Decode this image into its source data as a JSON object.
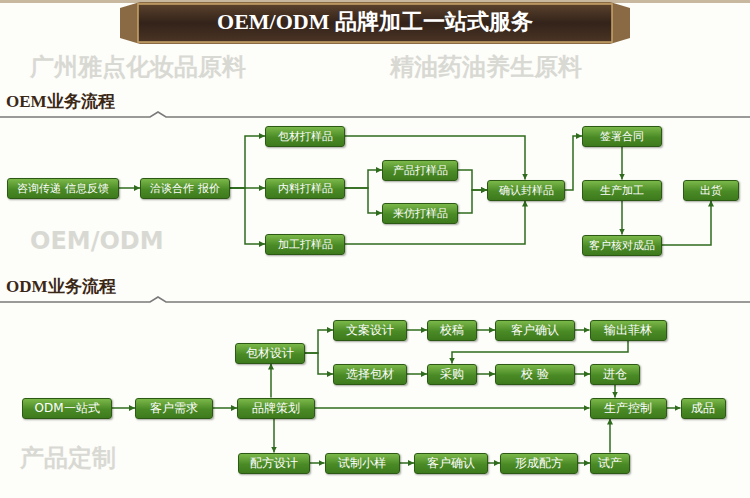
{
  "diagram": {
    "title": "OEM/ODM 品牌加工一站式服务",
    "nodes": [
      {
        "text": [
          "咨询传递 信息反馈"
        ]
      },
      {
        "text": [
          "洽谈合作 报价"
        ]
      },
      {
        "text": [
          "包材打样品"
        ]
      },
      {
        "text": [
          "内料打样品"
        ]
      },
      {
        "text": [
          "加工打样品"
        ]
      },
      {
        "text": [
          "产品打样品"
        ]
      },
      {
        "text": [
          "来仿打样品"
        ]
      },
      {
        "text": [
          "确认封样品"
        ]
      },
      {
        "text": [
          "签署合同"
        ]
      },
      {
        "text": [
          "生产加工"
        ]
      },
      {
        "text": [
          "客户核对成品"
        ]
      },
      {
        "text": [
          "出货"
        ]
      },
      {
        "text": [
          "ODM一站式"
        ]
      },
      {
        "text": [
          "客户需求"
        ]
      },
      {
        "text": [
          "品牌策划"
        ]
      },
      {
        "text": [
          "包材设计"
        ]
      },
      {
        "text": [
          "文案设计"
        ]
      },
      {
        "text": [
          "校稿"
        ]
      },
      {
        "text": [
          "客户确认"
        ]
      },
      {
        "text": [
          "输出菲林"
        ]
      },
      {
        "text": [
          "选择包材"
        ]
      },
      {
        "text": [
          "采购"
        ]
      },
      {
        "text": [
          "校 验"
        ]
      },
      {
        "text": [
          "进仓"
        ]
      },
      {
        "text": [
          "生产控制"
        ]
      },
      {
        "text": [
          "成品"
        ]
      },
      {
        "text": [
          "配方设计"
        ]
      },
      {
        "text": [
          "试制小样"
        ]
      },
      {
        "text": [
          "客户确认"
        ]
      },
      {
        "text": [
          "形成配方"
        ]
      },
      {
        "text": [
          "试产"
        ]
      }
    ],
    "edges": [
      {
        "from": 0,
        "to": 1,
        "arrow": "to"
      },
      {
        "from": 1,
        "to": 2,
        "arrow": "to"
      },
      {
        "from": 1,
        "to": 3,
        "arrow": "to"
      },
      {
        "from": 1,
        "to": 4,
        "arrow": "to"
      },
      {
        "from": 3,
        "to": 5,
        "arrow": "to"
      },
      {
        "from": 3,
        "to": 6,
        "arrow": "to"
      },
      {
        "from": 2,
        "to": 7,
        "arrow": "to"
      },
      {
        "from": 5,
        "to": 7,
        "arrow": "to"
      },
      {
        "from": 6,
        "to": 7,
        "arrow": "to"
      },
      {
        "from": 4,
        "to": 7,
        "arrow": "to"
      },
      {
        "from": 7,
        "to": 8,
        "arrow": "to"
      },
      {
        "from": 8,
        "to": 9,
        "arrow": "to"
      },
      {
        "from": 9,
        "to": 10,
        "arrow": "to"
      },
      {
        "from": 10,
        "to": 11,
        "arrow": "to"
      },
      {
        "from": 12,
        "to": 13,
        "arrow": "to"
      },
      {
        "from": 13,
        "to": 14,
        "arrow": "to"
      },
      {
        "from": 14,
        "to": 15,
        "arrow": "to"
      },
      {
        "from": 14,
        "to": 26,
        "arrow": "to"
      },
      {
        "from": 14,
        "to": 24,
        "arrow": "to"
      },
      {
        "from": 15,
        "to": 16,
        "arrow": "to"
      },
      {
        "from": 15,
        "to": 20,
        "arrow": "to"
      },
      {
        "from": 16,
        "to": 17,
        "arrow": "to"
      },
      {
        "from": 17,
        "to": 18,
        "arrow": "to"
      },
      {
        "from": 18,
        "to": 19,
        "arrow": "to"
      },
      {
        "from": 19,
        "to": 21,
        "arrow": "to"
      },
      {
        "from": 20,
        "to": 21,
        "arrow": "to"
      },
      {
        "from": 21,
        "to": 22,
        "arrow": "to"
      },
      {
        "from": 22,
        "to": 23,
        "arrow": "to"
      },
      {
        "from": 23,
        "to": 24,
        "arrow": "to"
      },
      {
        "from": 24,
        "to": 25,
        "arrow": "to"
      },
      {
        "from": 26,
        "to": 27,
        "arrow": "to"
      },
      {
        "from": 27,
        "to": 28,
        "arrow": "to"
      },
      {
        "from": 28,
        "to": 29,
        "arrow": "to"
      },
      {
        "from": 29,
        "to": 30,
        "arrow": "to"
      },
      {
        "from": 30,
        "to": 24,
        "arrow": "to"
      }
    ],
    "labels": [
      "OEM业务流程",
      "ODM业务流程",
      "广州雅点化妆品原料",
      "精油药油养生原料",
      "OEM/ODM",
      "产品定制"
    ]
  }
}
